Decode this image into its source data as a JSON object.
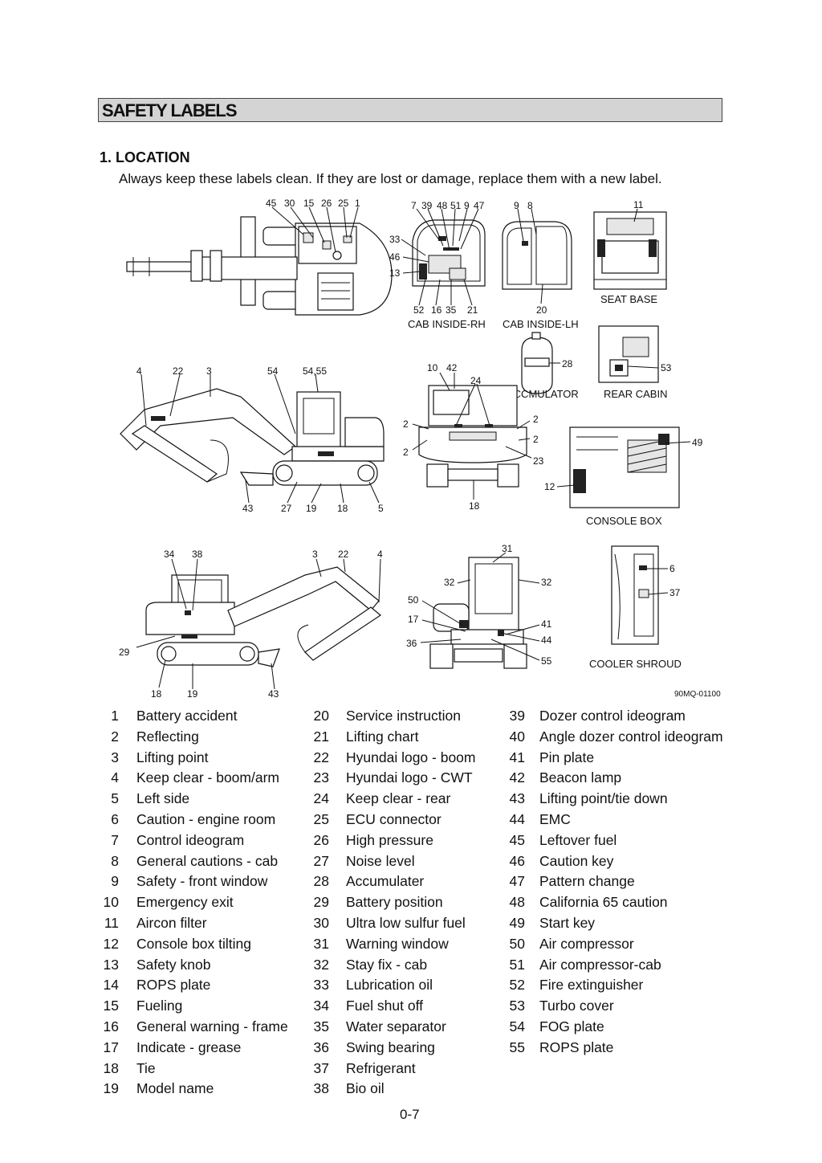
{
  "header": {
    "title": "SAFETY LABELS"
  },
  "section": {
    "heading": "1.  LOCATION",
    "note": "Always keep these labels clean. If they are lost or damage, replace them with a new label."
  },
  "figure": {
    "code": "90MQ-01100",
    "captions": {
      "cab_rh": "CAB INSIDE-RH",
      "cab_lh": "CAB INSIDE-LH",
      "seat_base": "SEAT BASE",
      "accmulator": "ACCMULATOR",
      "rear_cabin": "REAR CABIN",
      "console_box": "CONSOLE BOX",
      "cooler_shroud": "COOLER SHROUD"
    },
    "callouts": {
      "top": [
        "45",
        "30",
        "15",
        "26",
        "25",
        "1"
      ],
      "cab_rh_top": [
        "7",
        "39",
        "48",
        "51",
        "9",
        "47"
      ],
      "cab_rh_left": [
        "33",
        "46",
        "13"
      ],
      "cab_rh_bottom": [
        "52",
        "16",
        "35",
        "21"
      ],
      "cab_lh_top": [
        "9",
        "8"
      ],
      "cab_lh_bottom": "20",
      "seat_top": "11",
      "side_top": [
        "4",
        "22",
        "3",
        "54",
        "54,55"
      ],
      "side_bottom": [
        "43",
        "27",
        "19",
        "18",
        "5"
      ],
      "rear_top": [
        "10",
        "42",
        "24"
      ],
      "rear_sides": [
        "2",
        "2",
        "2",
        "2",
        "23"
      ],
      "rear_bottom": "18",
      "acc": "28",
      "rear_cabin": "53",
      "console": [
        "49",
        "12"
      ],
      "left_top": [
        "34",
        "38",
        "3",
        "22",
        "4"
      ],
      "left_bottom": [
        "29",
        "18",
        "19",
        "43"
      ],
      "front_top": "31",
      "front_sides": [
        "32",
        "32",
        "50",
        "17",
        "36",
        "41",
        "44",
        "55"
      ],
      "cooler": [
        "6",
        "37"
      ]
    }
  },
  "legend": {
    "columns": [
      [
        {
          "num": "1",
          "text": "Battery accident"
        },
        {
          "num": "2",
          "text": "Reflecting"
        },
        {
          "num": "3",
          "text": "Lifting point"
        },
        {
          "num": "4",
          "text": "Keep clear - boom/arm"
        },
        {
          "num": "5",
          "text": "Left side"
        },
        {
          "num": "6",
          "text": "Caution - engine room"
        },
        {
          "num": "7",
          "text": "Control ideogram"
        },
        {
          "num": "8",
          "text": "General cautions - cab"
        },
        {
          "num": "9",
          "text": "Safety - front window"
        },
        {
          "num": "10",
          "text": "Emergency exit"
        },
        {
          "num": "11",
          "text": "Aircon filter"
        },
        {
          "num": "12",
          "text": "Console box tilting"
        },
        {
          "num": "13",
          "text": "Safety knob"
        },
        {
          "num": "14",
          "text": "ROPS plate"
        },
        {
          "num": "15",
          "text": "Fueling"
        },
        {
          "num": "16",
          "text": "General warning - frame"
        },
        {
          "num": "17",
          "text": "Indicate - grease"
        },
        {
          "num": "18",
          "text": "Tie"
        },
        {
          "num": "19",
          "text": "Model name"
        }
      ],
      [
        {
          "num": "20",
          "text": "Service instruction"
        },
        {
          "num": "21",
          "text": "Lifting chart"
        },
        {
          "num": "22",
          "text": "Hyundai logo - boom"
        },
        {
          "num": "23",
          "text": "Hyundai logo - CWT"
        },
        {
          "num": "24",
          "text": "Keep clear - rear"
        },
        {
          "num": "25",
          "text": "ECU connector"
        },
        {
          "num": "26",
          "text": "High pressure"
        },
        {
          "num": "27",
          "text": "Noise level"
        },
        {
          "num": "28",
          "text": "Accumulater"
        },
        {
          "num": "29",
          "text": "Battery position"
        },
        {
          "num": "30",
          "text": "Ultra low sulfur fuel"
        },
        {
          "num": "31",
          "text": "Warning window"
        },
        {
          "num": "32",
          "text": "Stay fix - cab"
        },
        {
          "num": "33",
          "text": "Lubrication oil"
        },
        {
          "num": "34",
          "text": "Fuel shut off"
        },
        {
          "num": "35",
          "text": "Water separator"
        },
        {
          "num": "36",
          "text": "Swing bearing"
        },
        {
          "num": "37",
          "text": "Refrigerant"
        },
        {
          "num": "38",
          "text": "Bio oil"
        }
      ],
      [
        {
          "num": "39",
          "text": "Dozer control ideogram"
        },
        {
          "num": "40",
          "text": "Angle dozer control ideogram"
        },
        {
          "num": "41",
          "text": "Pin plate"
        },
        {
          "num": "42",
          "text": "Beacon lamp"
        },
        {
          "num": "43",
          "text": "Lifting point/tie down"
        },
        {
          "num": "44",
          "text": "EMC"
        },
        {
          "num": "45",
          "text": "Leftover fuel"
        },
        {
          "num": "46",
          "text": "Caution key"
        },
        {
          "num": "47",
          "text": "Pattern change"
        },
        {
          "num": "48",
          "text": "California 65 caution"
        },
        {
          "num": "49",
          "text": "Start key"
        },
        {
          "num": "50",
          "text": "Air compressor"
        },
        {
          "num": "51",
          "text": "Air compressor-cab"
        },
        {
          "num": "52",
          "text": "Fire extinguisher"
        },
        {
          "num": "53",
          "text": "Turbo cover"
        },
        {
          "num": "54",
          "text": "FOG plate"
        },
        {
          "num": "55",
          "text": "ROPS plate"
        }
      ]
    ]
  },
  "footer": {
    "page": "0-7"
  }
}
